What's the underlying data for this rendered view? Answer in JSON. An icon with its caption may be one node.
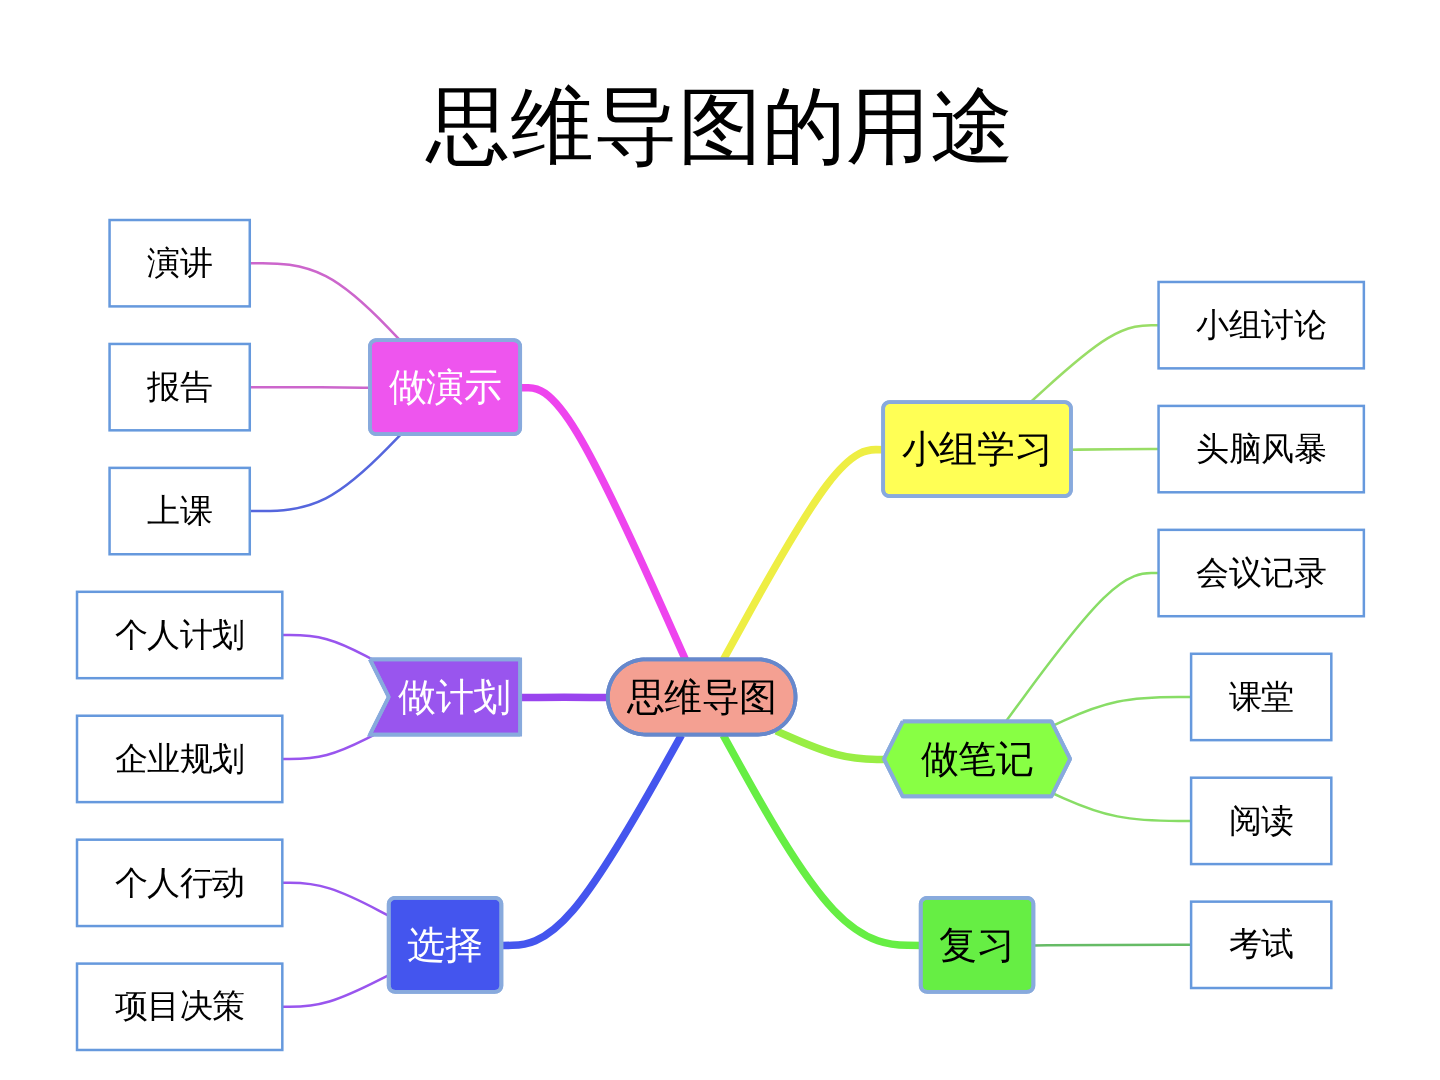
{
  "diagram": {
    "title": "思维导图的用途",
    "nodes": [
      {
        "text": [
          "思维导图"
        ]
      },
      {
        "text": [
          "做演示"
        ]
      },
      {
        "text": [
          "演讲"
        ]
      },
      {
        "text": [
          "报告"
        ]
      },
      {
        "text": [
          "上课"
        ]
      },
      {
        "text": [
          "做计划"
        ]
      },
      {
        "text": [
          "个人计划"
        ]
      },
      {
        "text": [
          "企业规划"
        ]
      },
      {
        "text": [
          "选择"
        ]
      },
      {
        "text": [
          "个人行动"
        ]
      },
      {
        "text": [
          "项目决策"
        ]
      },
      {
        "text": [
          "小组学习"
        ]
      },
      {
        "text": [
          "小组讨论"
        ]
      },
      {
        "text": [
          "头脑风暴"
        ]
      },
      {
        "text": [
          "做笔记"
        ]
      },
      {
        "text": [
          "会议记录"
        ]
      },
      {
        "text": [
          "课堂"
        ]
      },
      {
        "text": [
          "阅读"
        ]
      },
      {
        "text": [
          "复习"
        ]
      },
      {
        "text": [
          "考试"
        ]
      }
    ],
    "edges": [
      {
        "from": 2,
        "to": 1,
        "arrow": "none",
        "color": "#cc66cc"
      },
      {
        "from": 3,
        "to": 1,
        "arrow": "none",
        "color": "#cc66cc"
      },
      {
        "from": 4,
        "to": 1,
        "arrow": "none",
        "color": "#5566dd"
      },
      {
        "from": 1,
        "to": 0,
        "arrow": "none",
        "style": "thick",
        "color": "#ee44ee"
      },
      {
        "from": 6,
        "to": 5,
        "arrow": "none",
        "color": "#9955ee"
      },
      {
        "from": 7,
        "to": 5,
        "arrow": "none",
        "color": "#9955ee"
      },
      {
        "from": 5,
        "to": 0,
        "arrow": "none",
        "style": "thick",
        "color": "#9944ee"
      },
      {
        "from": 9,
        "to": 8,
        "arrow": "none",
        "color": "#9955ee"
      },
      {
        "from": 10,
        "to": 8,
        "arrow": "none",
        "color": "#9955ee"
      },
      {
        "from": 8,
        "to": 0,
        "arrow": "none",
        "style": "thick",
        "color": "#4455ee"
      },
      {
        "from": 0,
        "to": 11,
        "arrow": "none",
        "style": "thick",
        "color": "#eeee44"
      },
      {
        "from": 11,
        "to": 12,
        "arrow": "none",
        "color": "#99dd66"
      },
      {
        "from": 11,
        "to": 13,
        "arrow": "none",
        "color": "#99dd66"
      },
      {
        "from": 0,
        "to": 14,
        "arrow": "none",
        "style": "thick",
        "color": "#99ee44"
      },
      {
        "from": 14,
        "to": 15,
        "arrow": "none",
        "color": "#88dd66"
      },
      {
        "from": 14,
        "to": 16,
        "arrow": "none",
        "color": "#88dd66"
      },
      {
        "from": 14,
        "to": 17,
        "arrow": "none",
        "color": "#88dd66"
      },
      {
        "from": 0,
        "to": 18,
        "arrow": "none",
        "style": "thick",
        "color": "#66ee44"
      },
      {
        "from": 18,
        "to": 19,
        "arrow": "none",
        "color": "#66bb66"
      }
    ]
  }
}
